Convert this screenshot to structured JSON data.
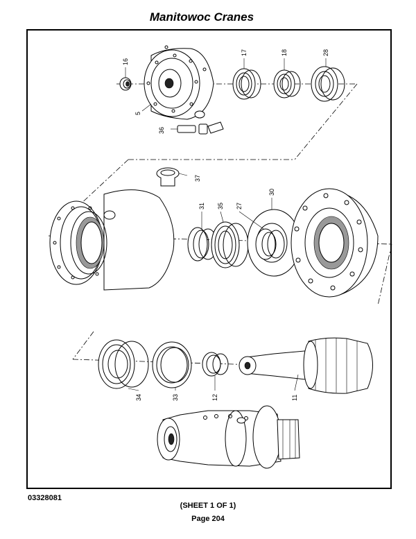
{
  "header": {
    "title": "Manitowoc Cranes"
  },
  "callouts": [
    "16",
    "5",
    "17",
    "18",
    "28",
    "36",
    "37",
    "31",
    "35",
    "27",
    "30",
    "34",
    "33",
    "12",
    "11"
  ],
  "footer": {
    "doc_number": "03328081",
    "sheet": "(SHEET 1 OF 1)",
    "page": "Page 204"
  }
}
